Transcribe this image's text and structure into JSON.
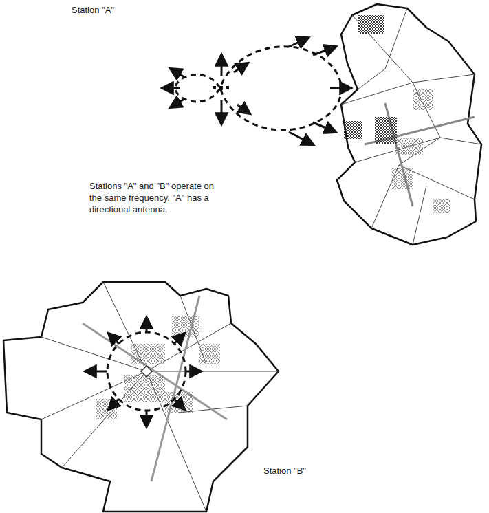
{
  "diagram": {
    "labels": [
      "Station \"A\"",
      "Stations \"A\" and \"B\" operate on the same frequency. \"A\" has a directional antenna.",
      "Station \"B\""
    ]
  }
}
